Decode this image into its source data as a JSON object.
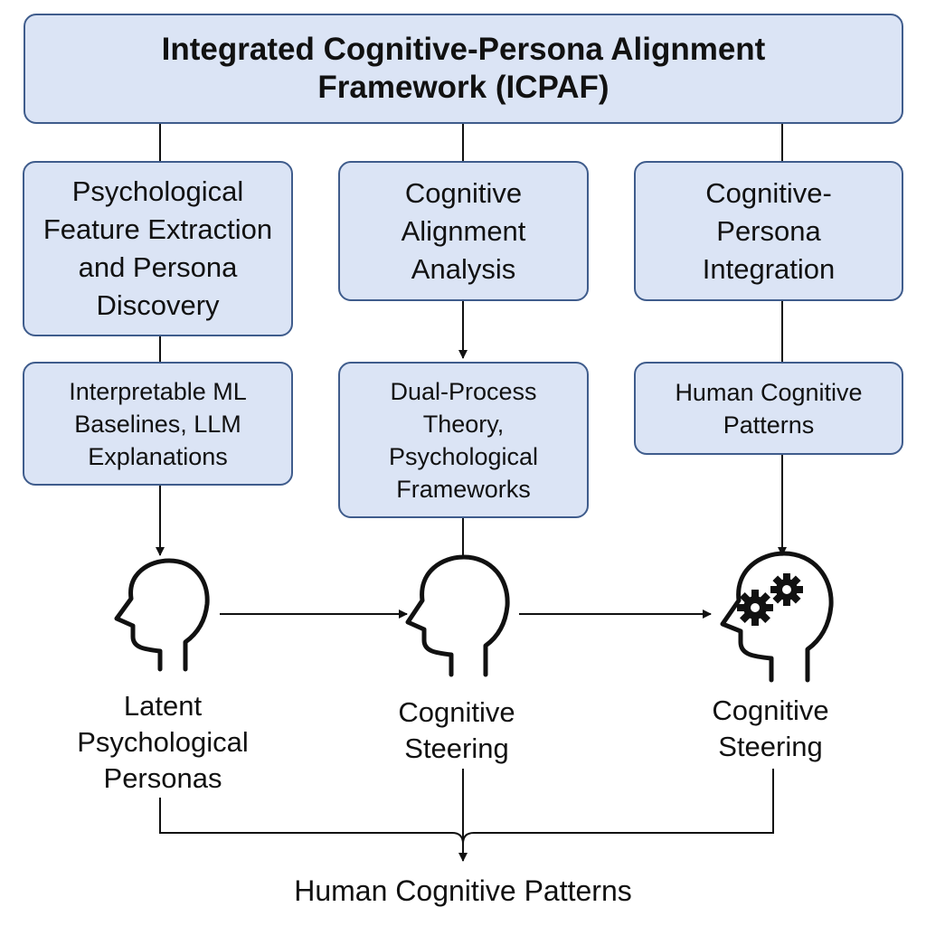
{
  "title": "Integrated Cognitive-Persona Alignment Framework (ICPAF)",
  "columns": [
    {
      "heading": "Psychological Feature Extraction and Persona Discovery",
      "detail": "Interpretable ML Baselines, LLM Explanations",
      "output": "Latent Psychological Personas",
      "icon": "head-icon"
    },
    {
      "heading": "Cognitive Alignment Analysis",
      "detail": "Dual-Process Theory, Psychological Frameworks",
      "output": "Cognitive Steering",
      "icon": "head-icon"
    },
    {
      "heading": "Cognitive-Persona Integration",
      "detail": "Human Cognitive Patterns",
      "output": "Cognitive Steering",
      "icon": "head-gears-icon"
    }
  ],
  "final_output": "Human Cognitive Patterns",
  "colors": {
    "box_fill": "#dbe4f5",
    "box_border": "#3f5c8c",
    "line": "#111111"
  }
}
